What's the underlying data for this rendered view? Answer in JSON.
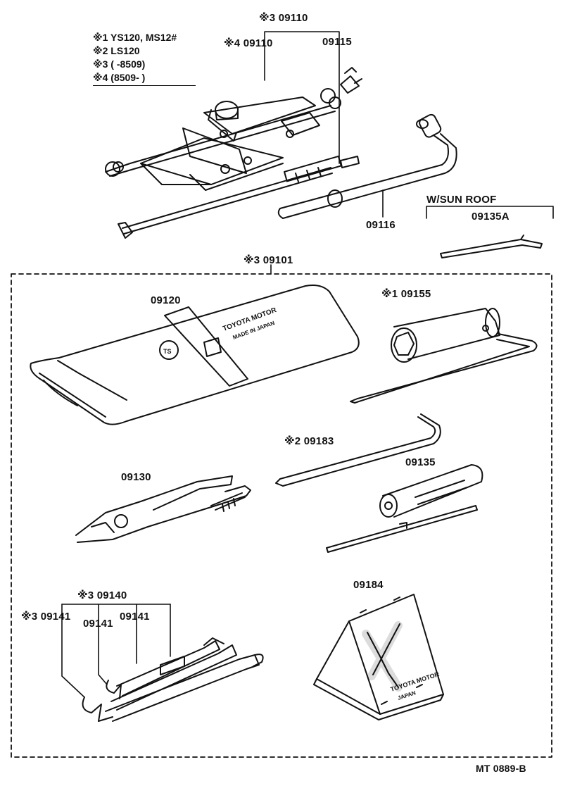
{
  "legend": {
    "items": [
      "※1 YS120, MS12#",
      "※2 LS120",
      "※3 (      -8509)",
      "※4 (8509-        )"
    ]
  },
  "parts": {
    "jack_group_a": "※3 09110",
    "jack_group_b": "※4 09110",
    "jack_handle": "09115",
    "wheel_wrench": "09116",
    "sunroof_condition": "W/SUN ROOF",
    "sunroof_tool": "09135A",
    "tool_bag_group": "※3 09101",
    "tool_bag": "09120",
    "plug_wrench": "※1 09155",
    "bar": "※2 09183",
    "pliers": "09130",
    "screwdriver": "09135",
    "wrench_set": "※3 09140",
    "wrench_a": "※3 09141",
    "wrench_b": "09141",
    "wrench_c": "09141",
    "wheel_chock": "09184"
  },
  "imprints": {
    "bag_text_1": "TOYOTA MOTOR",
    "bag_text_2": "MADE IN JAPAN",
    "chock_text_1": "TOYOTA MOTOR",
    "chock_text_2": "JAPAN"
  },
  "footer": {
    "code": "MT  0889-B"
  }
}
